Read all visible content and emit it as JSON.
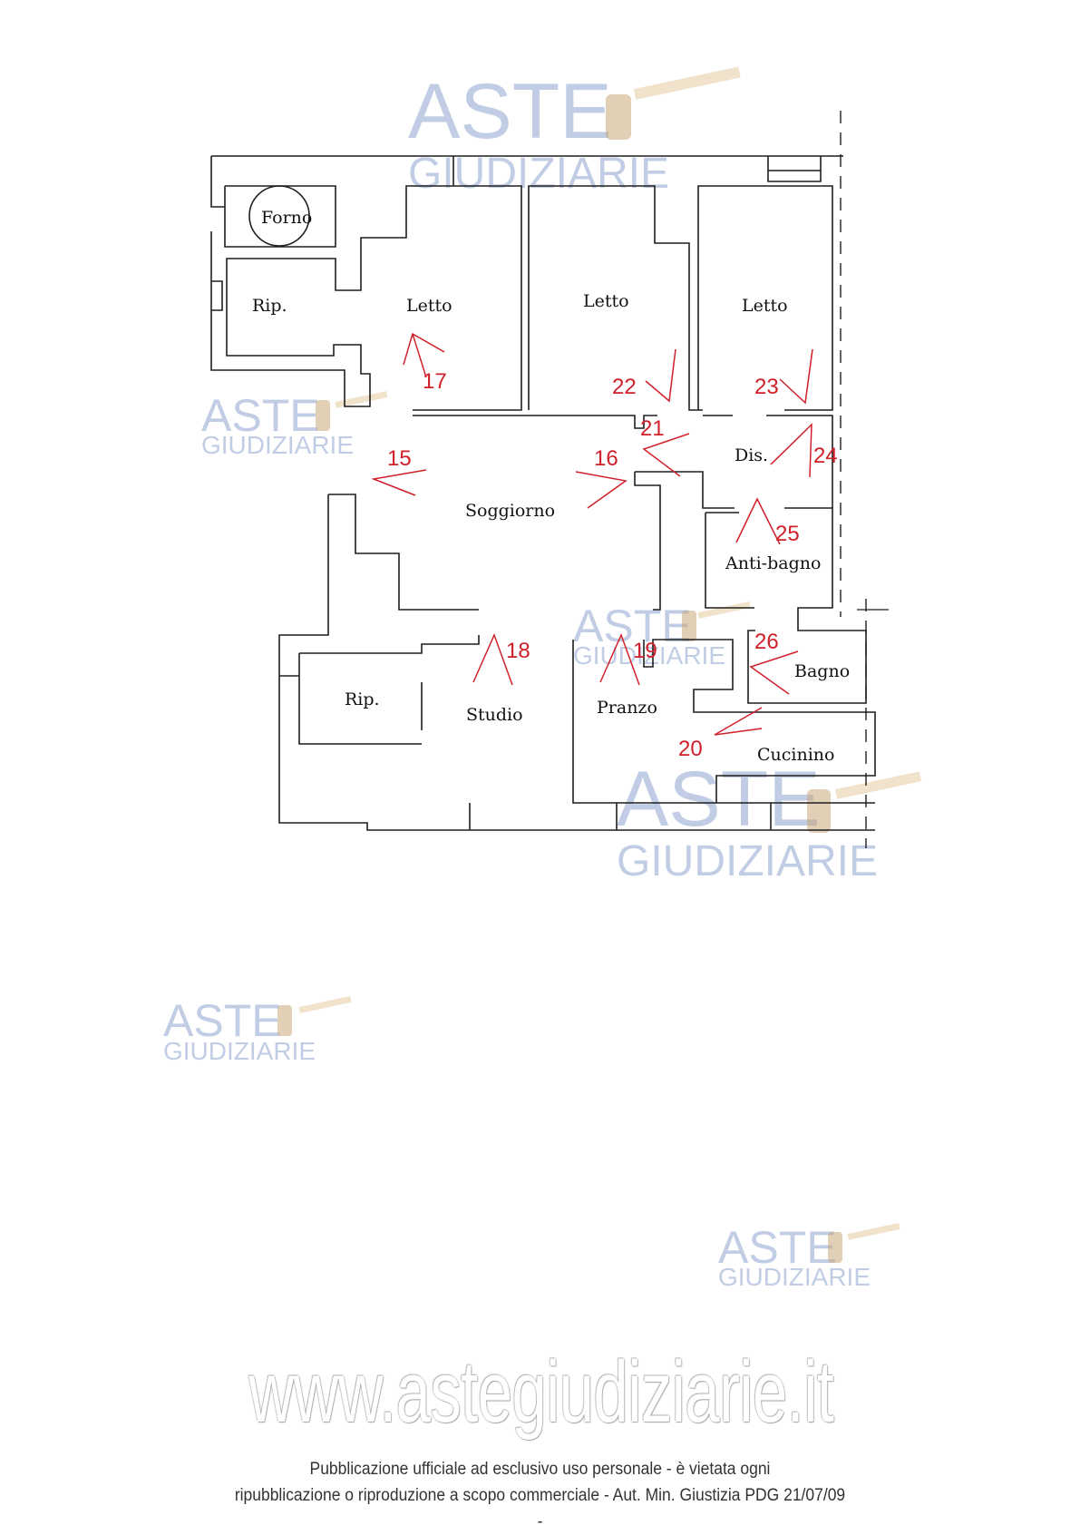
{
  "rooms": {
    "forno": "Forno",
    "rip_top": "Rip.",
    "letto_1": "Letto",
    "letto_2": "Letto",
    "letto_3": "Letto",
    "dis": "Dis.",
    "soggiorno": "Soggiorno",
    "anti_bagno": "Anti-bagno",
    "bagno": "Bagno",
    "rip_bottom": "Rip.",
    "studio": "Studio",
    "pranzo": "Pranzo",
    "cucinino": "Cucinino"
  },
  "viewpoints": [
    "15",
    "16",
    "17",
    "18",
    "19",
    "20",
    "21",
    "22",
    "23",
    "24",
    "25",
    "26"
  ],
  "watermark": {
    "brand_top": "ASTE",
    "brand_bottom": "GIUDIZIARIE",
    "site": "www.astegiudiziarie.it"
  },
  "footer": {
    "line1": "Pubblicazione ufficiale ad esclusivo uso personale - è vietata ogni",
    "line2": "ripubblicazione o riproduzione a scopo commerciale - Aut. Min. Giustizia PDG 21/07/09",
    "line3": "-"
  },
  "colors": {
    "walls": "#1f1f1f",
    "viewpoints": "#d0202a",
    "watermark": "#8fa6cf"
  }
}
